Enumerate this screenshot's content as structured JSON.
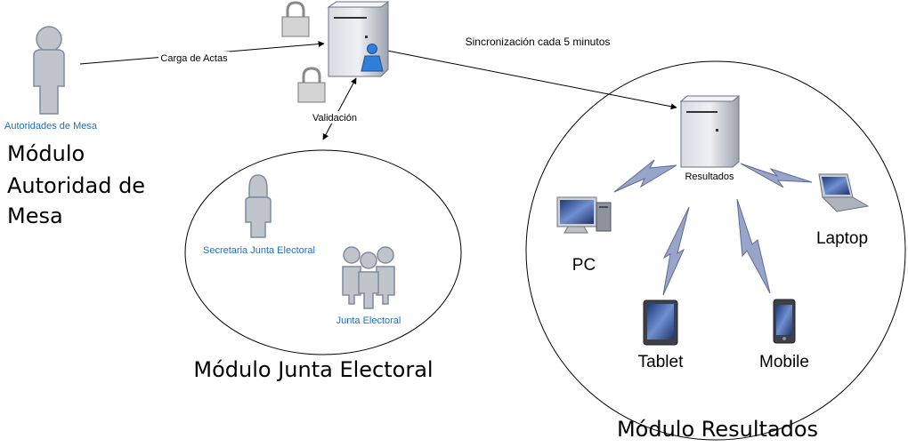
{
  "actors": {
    "authorities": "Autoridades de Mesa",
    "secretary": "Secretaria Junta Electoral",
    "board": "Junta Electoral"
  },
  "edges": {
    "upload": "Carga de Actas",
    "validation": "Validación",
    "sync": "Sincronización cada 5 minutos"
  },
  "modules": {
    "authority_line1": "Módulo",
    "authority_line2": "Autoridad de",
    "authority_line3": "Mesa",
    "board": "Módulo Junta Electoral",
    "results": "Módulo Resultados"
  },
  "nodes": {
    "results_server": "Resultados"
  },
  "devices": {
    "pc": "PC",
    "laptop": "Laptop",
    "tablet": "Tablet",
    "mobile": "Mobile"
  },
  "icons": [
    "user-icon",
    "lock-icon",
    "server-icon",
    "pc-icon",
    "laptop-icon",
    "tablet-icon",
    "mobile-icon",
    "lightning-icon"
  ]
}
